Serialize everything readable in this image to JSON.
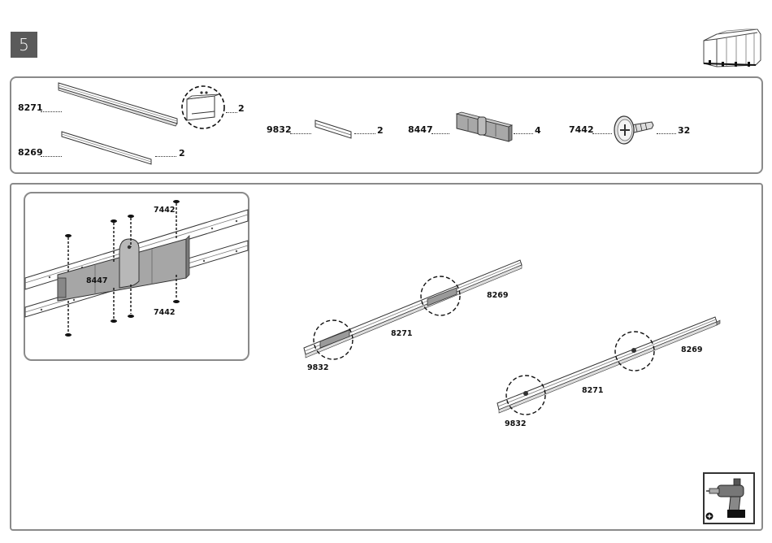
{
  "step": {
    "number": "5"
  },
  "parts": {
    "p8271": {
      "code": "8271",
      "qty": "2"
    },
    "p8269": {
      "code": "8269",
      "qty": "2"
    },
    "p9832": {
      "code": "9832",
      "qty": "2"
    },
    "p8447": {
      "code": "8447",
      "qty": "4"
    },
    "p7442": {
      "code": "7442",
      "qty": "32"
    }
  },
  "detail": {
    "screw_top": "7442",
    "connector": "8447",
    "screw_bottom": "7442"
  },
  "assembly_a": {
    "rail_a": "8269",
    "rail_b": "8271",
    "end_piece": "9832"
  },
  "assembly_b": {
    "rail_a": "8269",
    "rail_b": "8271",
    "end_piece": "9832"
  },
  "icons": {
    "greenhouse": "greenhouse-icon",
    "drill": "drill-icon"
  },
  "colors": {
    "badge": "#5a5a5a",
    "frame": "#8a8a8a",
    "part_gray": "#9a9a9a"
  }
}
